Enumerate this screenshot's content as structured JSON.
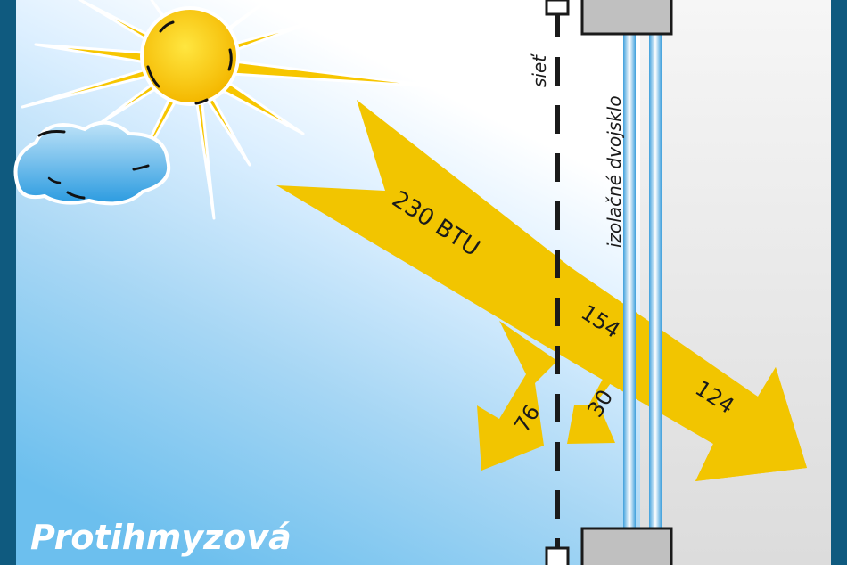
{
  "diagram": {
    "title_partial": "Protihmyzová",
    "labels": {
      "screen": "sieť",
      "glass": "izolačné dvojsklo"
    },
    "flows": {
      "incoming": "230 BTU",
      "through_screen": "154",
      "reflected_by_screen": "76",
      "reflected_by_glass": "30",
      "transmitted": "124"
    },
    "colors": {
      "border": "#0f5a7f",
      "sky_light": "#ffffff",
      "sky_dark": "#6cbfee",
      "arrow": "#f2c500",
      "sun": "#f7c600",
      "frame": "#c0c0c0",
      "room": "#e4e4e4",
      "glass": "#4aa8e0"
    },
    "icons": [
      "sun-icon",
      "cloud-icon",
      "window-frame-icon",
      "insect-screen-icon"
    ]
  }
}
